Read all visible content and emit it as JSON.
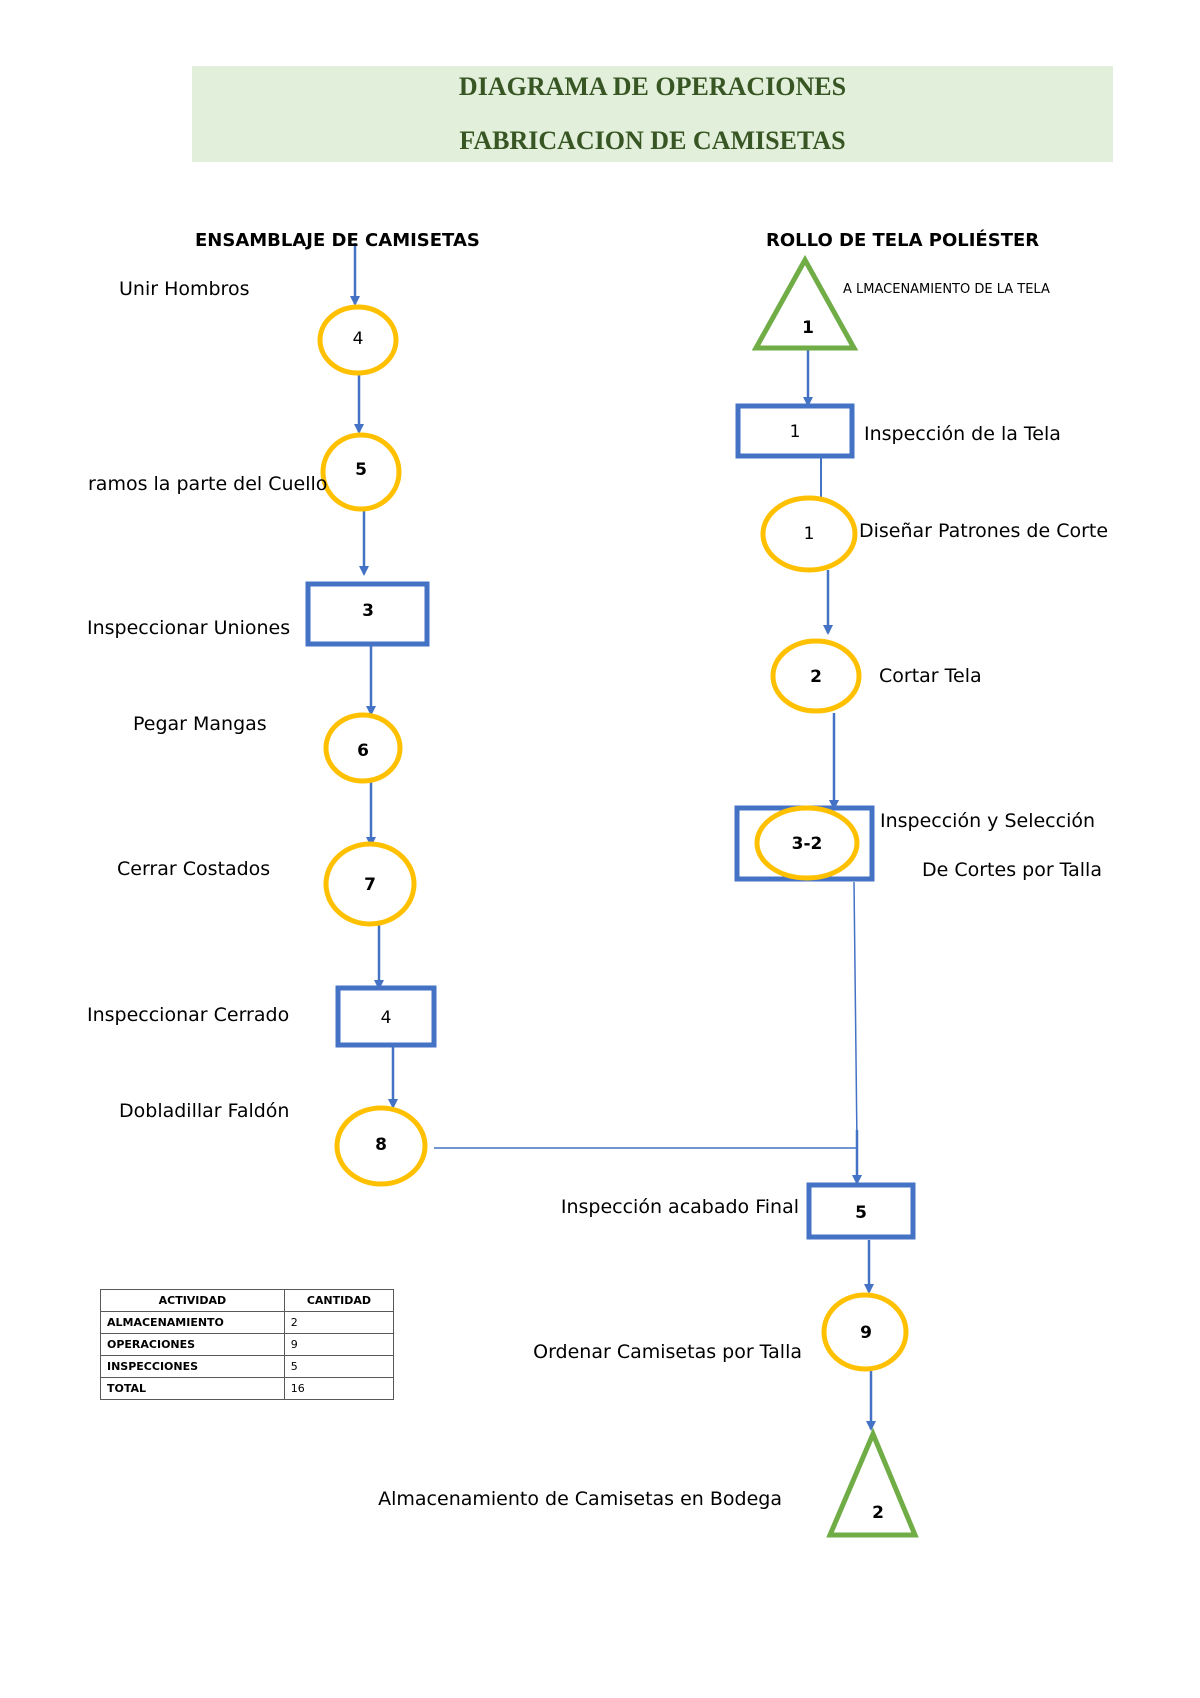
{
  "header": {
    "line1": "DIAGRAMA DE OPERACIONES",
    "line2": "FABRICACION DE CAMISETAS"
  },
  "colors": {
    "header_bg": "#e2efda",
    "header_text": "#375623",
    "operation": "#ffc000",
    "inspection": "#4472c4",
    "storage": "#70ad47",
    "connector": "#4472c4"
  },
  "left_flow": {
    "title": "ENSAMBLAJE DE CAMISETAS",
    "steps": [
      {
        "type": "operation",
        "number": "4",
        "label": "Unir Hombros"
      },
      {
        "type": "operation",
        "number": "5",
        "label": "ramos la parte del Cuello"
      },
      {
        "type": "inspection",
        "number": "3",
        "label": "Inspeccionar Uniones"
      },
      {
        "type": "operation",
        "number": "6",
        "label": "Pegar Mangas"
      },
      {
        "type": "operation",
        "number": "7",
        "label": "Cerrar Costados"
      },
      {
        "type": "inspection",
        "number": "4",
        "label": "Inspeccionar Cerrado"
      },
      {
        "type": "operation",
        "number": "8",
        "label": "Dobladillar Faldón"
      }
    ]
  },
  "right_flow": {
    "title": "ROLLO DE TELA POLIÉSTER",
    "steps": [
      {
        "type": "storage",
        "number": "1",
        "label": "A LMACENAMIENTO DE LA TELA"
      },
      {
        "type": "inspection",
        "number": "1",
        "label": "Inspección de la Tela"
      },
      {
        "type": "operation",
        "number": "1",
        "label": "Diseñar Patrones de Corte"
      },
      {
        "type": "operation",
        "number": "2",
        "label": "Cortar Tela"
      },
      {
        "type": "combined",
        "number": "3-2",
        "label_line1": "Inspección y Selección",
        "label_line2": "De Cortes por Talla"
      }
    ]
  },
  "merged_flow": {
    "steps": [
      {
        "type": "inspection",
        "number": "5",
        "label": "Inspección acabado Final"
      },
      {
        "type": "operation",
        "number": "9",
        "label": "Ordenar Camisetas por Talla"
      },
      {
        "type": "storage",
        "number": "2",
        "label": "Almacenamiento de Camisetas en Bodega"
      }
    ]
  },
  "summary": {
    "headers": [
      "ACTIVIDAD",
      "CANTIDAD"
    ],
    "rows": [
      {
        "activity": "ALMACENAMIENTO",
        "quantity": "2"
      },
      {
        "activity": "OPERACIONES",
        "quantity": "9"
      },
      {
        "activity": "INSPECCIONES",
        "quantity": "5"
      },
      {
        "activity": "TOTAL",
        "quantity": "16"
      }
    ]
  }
}
